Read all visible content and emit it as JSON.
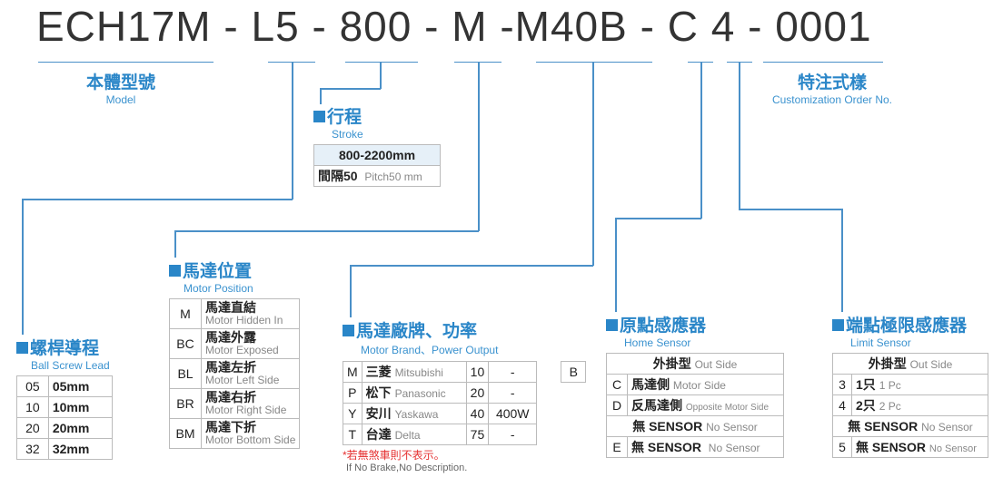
{
  "code": {
    "base": "ECH17M",
    "sep1": "-",
    "lead": "L5",
    "sep2": "-",
    "stroke": "800",
    "sep3": "-",
    "position": "M",
    "sep4": "-",
    "motor": "M40B",
    "sep5": "-",
    "home": "C",
    "limit": "4",
    "sep6": "-",
    "custom": "0001"
  },
  "model": {
    "cn": "本體型號",
    "en": "Model"
  },
  "custom_order": {
    "cn": "特注式樣",
    "en": "Customization Order No."
  },
  "stroke": {
    "cn": "行程",
    "en": "Stroke",
    "range": "800-2200mm",
    "pitch_cn": "間隔50",
    "pitch_en": "Pitch50 mm"
  },
  "lead": {
    "cn": "螺桿導程",
    "en": "Ball Screw Lead",
    "rows": [
      {
        "code": "05",
        "value": "05mm"
      },
      {
        "code": "10",
        "value": "10mm"
      },
      {
        "code": "20",
        "value": "20mm"
      },
      {
        "code": "32",
        "value": "32mm"
      }
    ]
  },
  "position": {
    "cn": "馬達位置",
    "en": "Motor Position",
    "rows": [
      {
        "code": "M",
        "cn": "馬達直結",
        "en": "Motor Hidden In"
      },
      {
        "code": "BC",
        "cn": "馬達外露",
        "en": "Motor Exposed"
      },
      {
        "code": "BL",
        "cn": "馬達左折",
        "en": "Motor Left Side"
      },
      {
        "code": "BR",
        "cn": "馬達右折",
        "en": "Motor Right Side"
      },
      {
        "code": "BM",
        "cn": "馬達下折",
        "en": "Motor Bottom Side"
      }
    ]
  },
  "motor": {
    "cn": "馬達廠牌、功率",
    "en": "Motor Brand、Power Output",
    "rows": [
      {
        "code": "M",
        "cn": "三菱",
        "en": "Mitsubishi",
        "size": "10",
        "power": "-",
        "brake": "B"
      },
      {
        "code": "P",
        "cn": "松下",
        "en": "Panasonic",
        "size": "20",
        "power": "-",
        "brake": ""
      },
      {
        "code": "Y",
        "cn": "安川",
        "en": "Yaskawa",
        "size": "40",
        "power": "400W",
        "brake": ""
      },
      {
        "code": "T",
        "cn": "台達",
        "en": "Delta",
        "size": "75",
        "power": "-",
        "brake": ""
      }
    ],
    "note_cn": "*若無煞車則不表示。",
    "note_en": "If No Brake,No Description."
  },
  "home": {
    "cn": "原點感應器",
    "en": "Home Sensor",
    "header_cn": "外掛型",
    "header_en": "Out Side",
    "rows": [
      {
        "code": "C",
        "cn": "馬達側",
        "en": "Motor Side"
      },
      {
        "code": "D",
        "cn": "反馬達側",
        "en": "Opposite Motor Side"
      }
    ],
    "nosensor_cn": "無 SENSOR",
    "nosensor_en": "No Sensor",
    "last": {
      "code": "E",
      "cn": "無 SENSOR",
      "en": "No Sensor"
    }
  },
  "limit": {
    "cn": "端點極限感應器",
    "en": "Limit Sensor",
    "header_cn": "外掛型",
    "header_en": "Out Side",
    "rows": [
      {
        "code": "3",
        "cn": "1只",
        "en": "1 Pc"
      },
      {
        "code": "4",
        "cn": "2只",
        "en": "2 Pc"
      }
    ],
    "nosensor_cn": "無 SENSOR",
    "nosensor_en": "No Sensor",
    "last": {
      "code": "5",
      "cn": "無 SENSOR",
      "en": "No Sensor"
    }
  }
}
